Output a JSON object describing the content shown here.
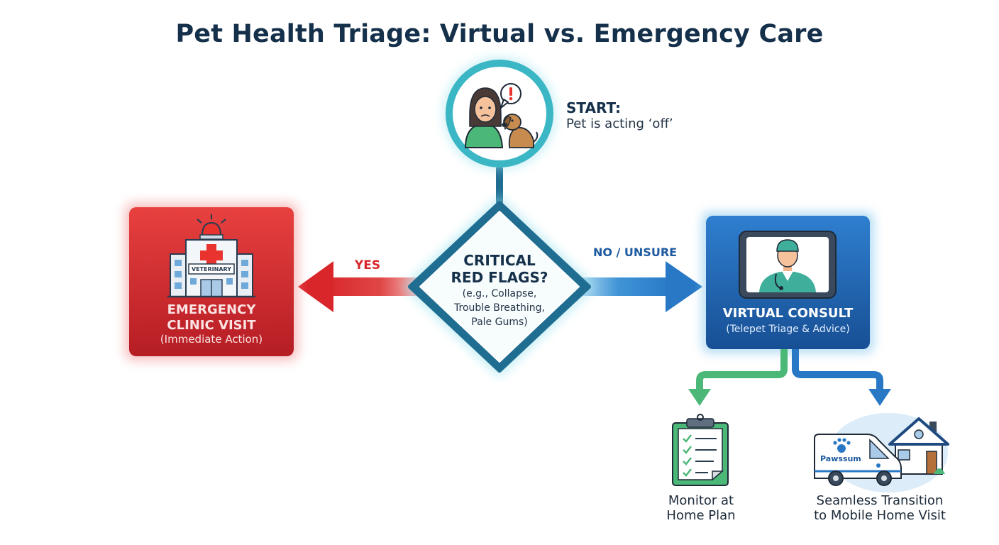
{
  "title": "Pet Health Triage: Virtual vs. Emergency Care",
  "start": {
    "title": "START:",
    "subtitle": "Pet is acting ‘off’"
  },
  "decision": {
    "title_line1": "CRITICAL",
    "title_line2": "RED FLAGS?",
    "examples": [
      "(e.g., Collapse,",
      "Trouble Breathing,",
      "Pale Gums)"
    ]
  },
  "edges": {
    "yes_label": "YES",
    "no_label": "NO / UNSURE"
  },
  "emergency": {
    "title_line1": "EMERGENCY",
    "title_line2": "CLINIC VISIT",
    "subtitle": "(Immediate Action)",
    "sign_text": "VETERINARY"
  },
  "virtual": {
    "title": "VIRTUAL CONSULT",
    "subtitle": "(Telepet Triage & Advice)"
  },
  "outcomes": {
    "monitor": {
      "line1": "Monitor at",
      "line2": "Home Plan"
    },
    "mobile": {
      "line1": "Seamless Transition",
      "line2": "to Mobile Home Visit",
      "van_brand": "Pawssum"
    }
  },
  "colors": {
    "emergency_red": "#d8262b",
    "virtual_blue": "#1d5aa0",
    "teal": "#3bb6c4",
    "green": "#4cb878",
    "navy_text": "#15304a"
  }
}
